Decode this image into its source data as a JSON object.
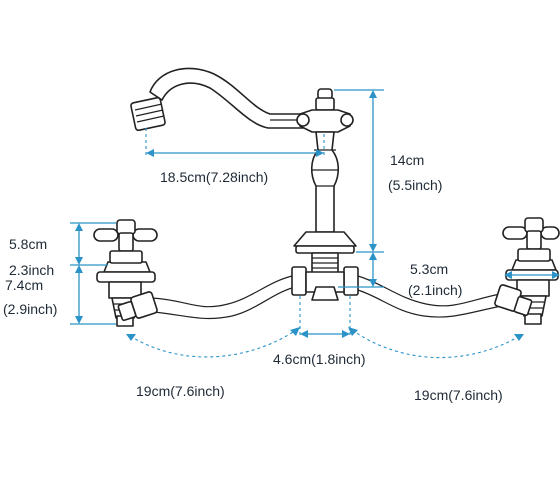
{
  "colors": {
    "dimension": "#2b93c8",
    "outline": "#222222",
    "background": "#ffffff"
  },
  "dimensions": {
    "spout_reach": "18.5cm(7.28inch)",
    "spout_height_cm": "14cm",
    "spout_height_inch": "(5.5inch)",
    "spout_shank_cm": "5.3cm",
    "spout_shank_inch": "(2.1inch)",
    "handle_height_cm": "5.8cm",
    "handle_height_inch": "2.3inch",
    "handle_shank_cm": "7.4cm",
    "handle_shank_inch": "(2.9inch)",
    "tee_width": "4.6cm(1.8inch)",
    "left_hose_length": "19cm(7.6inch)",
    "right_hose_length": "19cm(7.6inch)"
  }
}
